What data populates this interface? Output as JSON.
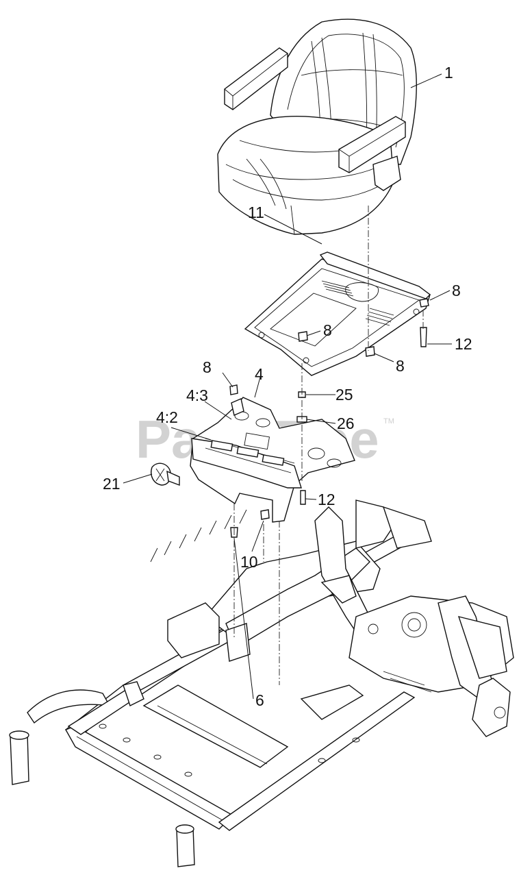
{
  "watermark": {
    "text": "PartsTree",
    "tm": "TM"
  },
  "callouts": [
    {
      "id": "c-1",
      "label": "1"
    },
    {
      "id": "c-11",
      "label": "11"
    },
    {
      "id": "c-8a",
      "label": "8"
    },
    {
      "id": "c-8b",
      "label": "8"
    },
    {
      "id": "c-12a",
      "label": "12"
    },
    {
      "id": "c-8c",
      "label": "8"
    },
    {
      "id": "c-8d",
      "label": "8"
    },
    {
      "id": "c-4",
      "label": "4"
    },
    {
      "id": "c-4-3",
      "label": "4:3"
    },
    {
      "id": "c-25",
      "label": "25"
    },
    {
      "id": "c-4-2",
      "label": "4:2"
    },
    {
      "id": "c-26",
      "label": "26"
    },
    {
      "id": "c-21",
      "label": "21"
    },
    {
      "id": "c-12b",
      "label": "12"
    },
    {
      "id": "c-10",
      "label": "10"
    },
    {
      "id": "c-6",
      "label": "6"
    }
  ]
}
